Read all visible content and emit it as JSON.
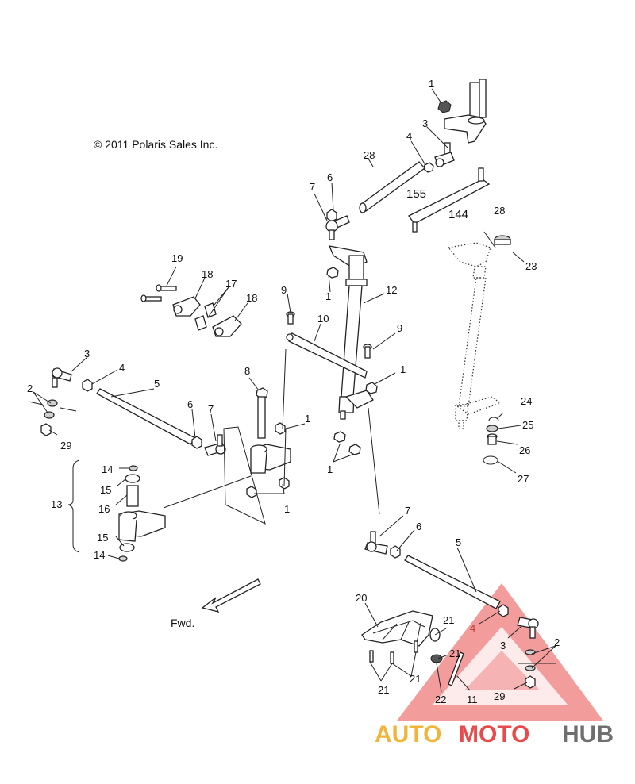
{
  "copyright": "© 2011 Polaris Sales Inc.",
  "direction_label": "Fwd.",
  "watermark": {
    "part1": "AUTO",
    "part2": "MOTO",
    "part3": "HUB",
    "color_gold": "#f2b53a",
    "color_red": "#e84b4b",
    "color_gray": "#6f6f6f"
  },
  "dimensions": {
    "rod_upper": "155",
    "rod_lower": "144"
  },
  "callouts": {
    "c1a": "1",
    "c3a": "3",
    "c4a": "4",
    "c28a": "28",
    "c28b": "28",
    "c6a": "6",
    "c7a": "7",
    "c23": "23",
    "c19": "19",
    "c18a": "18",
    "c17": "17",
    "c18b": "18",
    "c12": "12",
    "c1b": "1",
    "c9a": "9",
    "c10": "10",
    "c9b": "9",
    "c1c": "1",
    "c3b": "3",
    "c4b": "4",
    "c5a": "5",
    "c2a": "2",
    "c29a": "29",
    "c8": "8",
    "c6b": "6",
    "c7b": "7",
    "c1d": "1",
    "c1e": "1",
    "c1f": "1",
    "c24": "24",
    "c25": "25",
    "c26": "26",
    "c27": "27",
    "c14a": "14",
    "c15a": "15",
    "c16": "16",
    "c13": "13",
    "c15b": "15",
    "c14b": "14",
    "c7c": "7",
    "c6c": "6",
    "c5b": "5",
    "c20": "20",
    "c21a": "21",
    "c4c": "4",
    "c3c": "3",
    "c2b": "2",
    "c21b": "21",
    "c21c": "21",
    "c21d": "21",
    "c22": "22",
    "c11": "11",
    "c29b": "29"
  }
}
